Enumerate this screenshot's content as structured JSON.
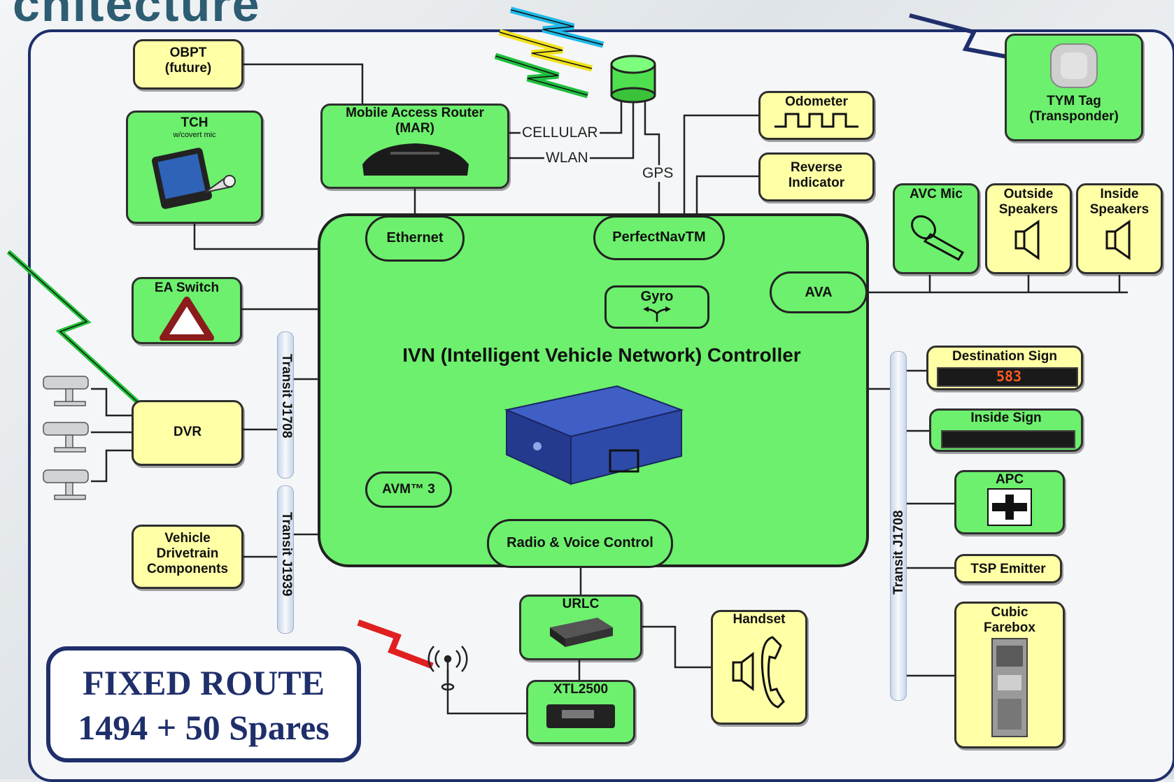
{
  "heading": "chitecture",
  "main_controller": {
    "title": "IVN (Intelligent Vehicle Network) Controller"
  },
  "ports": {
    "ethernet": "Ethernet",
    "perfectnav": "PerfectNavTM",
    "gyro": "Gyro",
    "ava": "AVA",
    "avm": "AVM™ 3",
    "radio_voice": "Radio & Voice Control"
  },
  "devices": {
    "obpt": [
      "OBPT",
      "(future)"
    ],
    "mar": [
      "Mobile Access Router",
      "(MAR)"
    ],
    "tch": {
      "label": "TCH",
      "sub": "w/covert mic"
    },
    "ea_switch": "EA Switch",
    "dvr": "DVR",
    "drivetrain": [
      "Vehicle",
      "Drivetrain",
      "Components"
    ],
    "odometer": "Odometer",
    "reverse": [
      "Reverse",
      "Indicator"
    ],
    "tym_tag": [
      "TYM Tag",
      "(Transponder)"
    ],
    "avc_mic": "AVC Mic",
    "outside_speakers": [
      "Outside",
      "Speakers"
    ],
    "inside_speakers": [
      "Inside",
      "Speakers"
    ],
    "destination_sign": {
      "label": "Destination Sign",
      "display": "583"
    },
    "inside_sign": "Inside Sign",
    "apc": "APC",
    "tsp": "TSP Emitter",
    "farebox": [
      "Cubic",
      "Farebox"
    ],
    "urlc": "URLC",
    "xtl": "XTL2500",
    "handset": "Handset"
  },
  "links": {
    "cellular": "CELLULAR",
    "wlan": "WLAN",
    "gps": "GPS"
  },
  "buses": {
    "j1708_left": "Transit J1708",
    "j1939": "Transit J1939",
    "j1708_right": "Transit J1708"
  },
  "fixed_route": {
    "line1": "FIXED ROUTE",
    "line2": "1494 + 50 Spares"
  },
  "colors": {
    "device_yellow": "#ffffa6",
    "device_green": "#6df06d",
    "frame_navy": "#1f2f6b"
  }
}
